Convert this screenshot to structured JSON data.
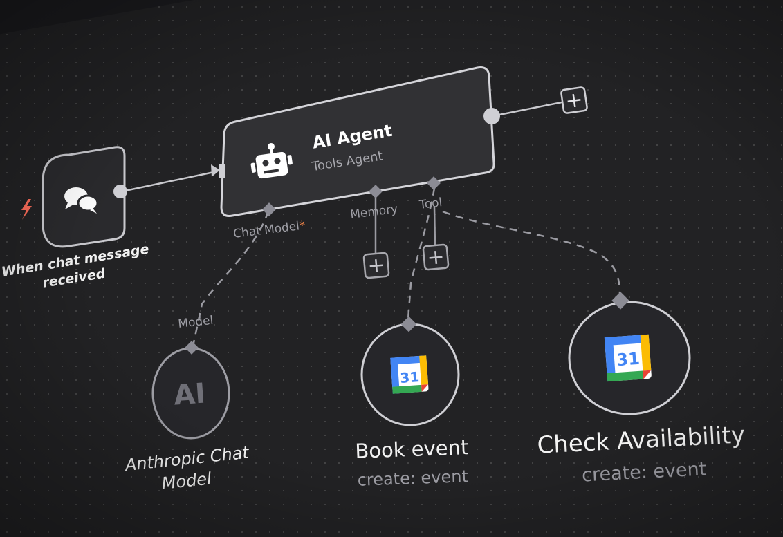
{
  "canvas": {
    "background": "#222224",
    "accent_trigger": "#ff6d5a",
    "star_color": "#ff8a4a"
  },
  "trigger": {
    "label_line1": "When chat message",
    "label_line2": "received",
    "icon": "chat-bubbles-icon",
    "badge_icon": "lightning-bolt-icon"
  },
  "agent": {
    "title": "AI Agent",
    "subtitle": "Tools Agent",
    "icon": "robot-icon",
    "ports": {
      "chat_model": "Chat Model",
      "chat_model_required": "*",
      "memory": "Memory",
      "tool": "Tool"
    }
  },
  "model_node": {
    "port_label": "Model",
    "icon_text": "AI",
    "caption_line1": "Anthropic Chat",
    "caption_line2": "Model"
  },
  "tool_book": {
    "title": "Book event",
    "subtitle": "create: event",
    "calendar_day": "31"
  },
  "tool_check": {
    "title": "Check Availability",
    "subtitle": "create: event",
    "calendar_day": "31"
  },
  "add_buttons": {
    "glyph": "+"
  }
}
